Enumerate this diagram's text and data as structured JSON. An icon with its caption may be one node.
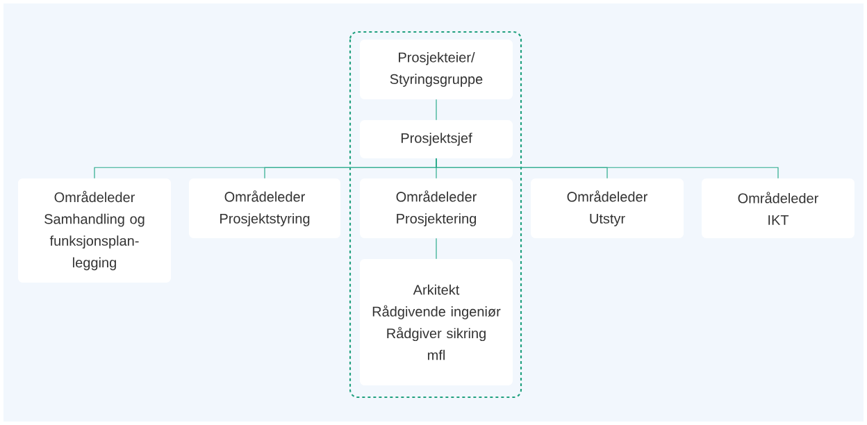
{
  "diagram": {
    "nodes": [
      {
        "text": [
          "Prosjekteier/ Styringsgruppe"
        ]
      },
      {
        "text": [
          "Prosjektsjef"
        ]
      },
      {
        "text": [
          "Områdeleder Samhandling og funksjonsplan-legging"
        ]
      },
      {
        "text": [
          "Områdeleder Prosjektstyring"
        ]
      },
      {
        "text": [
          "Områdeleder Prosjektering"
        ]
      },
      {
        "text": [
          "Områdeleder Utstyr"
        ]
      },
      {
        "text": [
          "Områdeleder IKT"
        ]
      },
      {
        "text": [
          "Arkitekt",
          "Rådgivende ingeniør",
          "Rådgiver sikring",
          "mfl"
        ]
      }
    ],
    "edges": [
      {
        "from": 0,
        "to": 1,
        "arrow": "none"
      },
      {
        "from": 1,
        "to": 2,
        "arrow": "none"
      },
      {
        "from": 1,
        "to": 3,
        "arrow": "none"
      },
      {
        "from": 1,
        "to": 4,
        "arrow": "none"
      },
      {
        "from": 1,
        "to": 5,
        "arrow": "none"
      },
      {
        "from": 1,
        "to": 6,
        "arrow": "none"
      },
      {
        "from": 4,
        "to": 7,
        "arrow": "none"
      }
    ]
  }
}
